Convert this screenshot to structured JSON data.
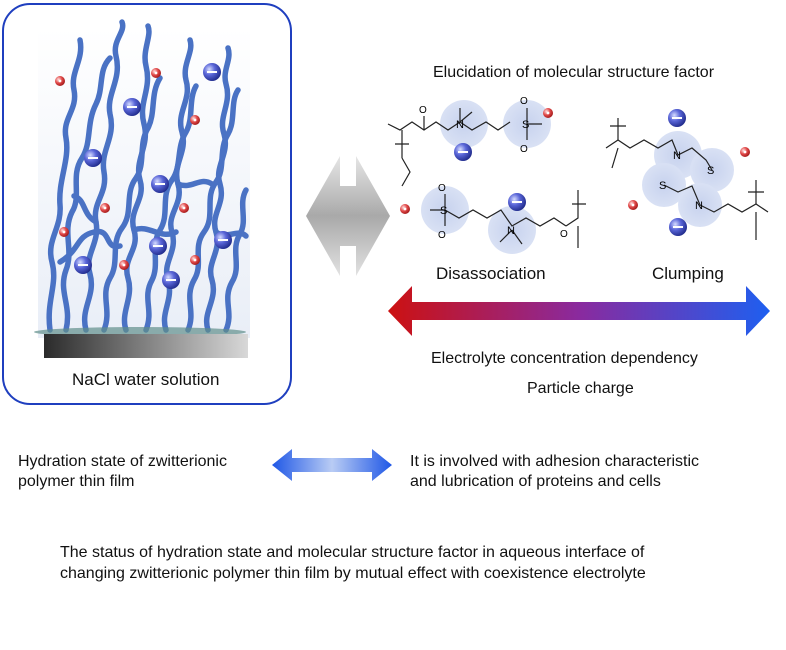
{
  "panel": {
    "caption": "NaCl water solution"
  },
  "right": {
    "title": "Elucidation of molecular structure factor",
    "label_left": "Disassociation",
    "label_right": "Clumping",
    "gradient_caption_1": "Electrolyte concentration dependency",
    "gradient_caption_2": "Particle charge"
  },
  "relation": {
    "left_line1": "Hydration state of zwitterionic",
    "left_line2": "polymer thin film",
    "right_line1": "It is involved with adhesion characteristic",
    "right_line2": "and lubrication of proteins and cells"
  },
  "footer": {
    "line1": "The status of hydration state and molecular structure factor in aqueous interface of",
    "line2": "changing zwitterionic polymer thin film by mutual effect with coexistence electrolyte"
  },
  "chem": {
    "nitrogen": "N",
    "sulfur": "S",
    "oxygen": "O",
    "plus": "+",
    "minus": "−"
  },
  "colors": {
    "panel_border": "#1f3fbf",
    "polymer": "#4a72c4",
    "anion": "#3a47b8",
    "cation": "#e05050",
    "gradient_start": "#cc1111",
    "gradient_end": "#1e5ff0"
  }
}
